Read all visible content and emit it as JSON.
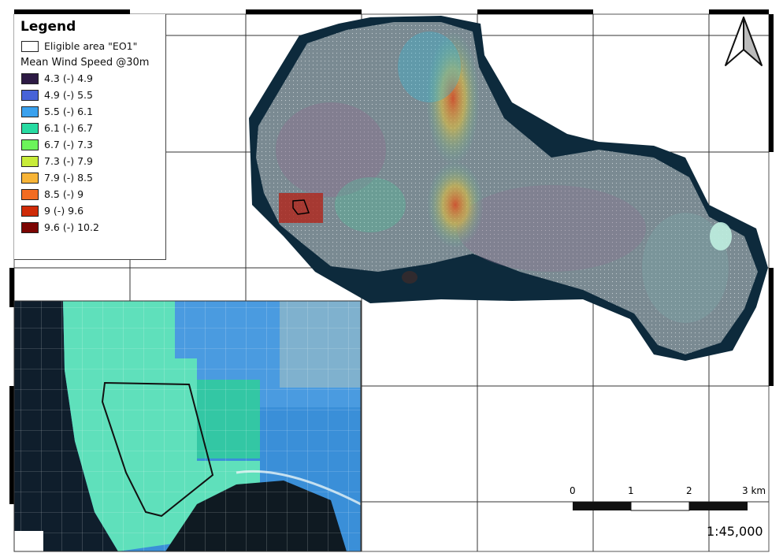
{
  "legend": {
    "title": "Legend",
    "eligible_area": "Eligible area \"EO1\"",
    "wind_heading": "Mean Wind Speed @30m",
    "classes": [
      {
        "label": "4.3 (-) 4.9",
        "color": "#2d1a44"
      },
      {
        "label": "4.9 (-) 5.5",
        "color": "#4863d8"
      },
      {
        "label": "5.5 (-) 6.1",
        "color": "#3aa1ee"
      },
      {
        "label": "6.1 (-) 6.7",
        "color": "#27dba2"
      },
      {
        "label": "6.7 (-) 7.3",
        "color": "#6cf45a"
      },
      {
        "label": "7.3 (-) 7.9",
        "color": "#c8ec39"
      },
      {
        "label": "7.9 (-) 8.5",
        "color": "#f7b437"
      },
      {
        "label": "8.5 (-) 9",
        "color": "#f36c22"
      },
      {
        "label": "9 (-) 9.6",
        "color": "#cf2b08"
      },
      {
        "label": "9.6 (-) 10.2",
        "color": "#7c0503"
      }
    ]
  },
  "scale_bar": {
    "labels": [
      "0",
      "1",
      "2",
      "3 km"
    ],
    "ratio": "1:45,000"
  },
  "north_arrow": {
    "icon": "north-arrow-icon"
  }
}
